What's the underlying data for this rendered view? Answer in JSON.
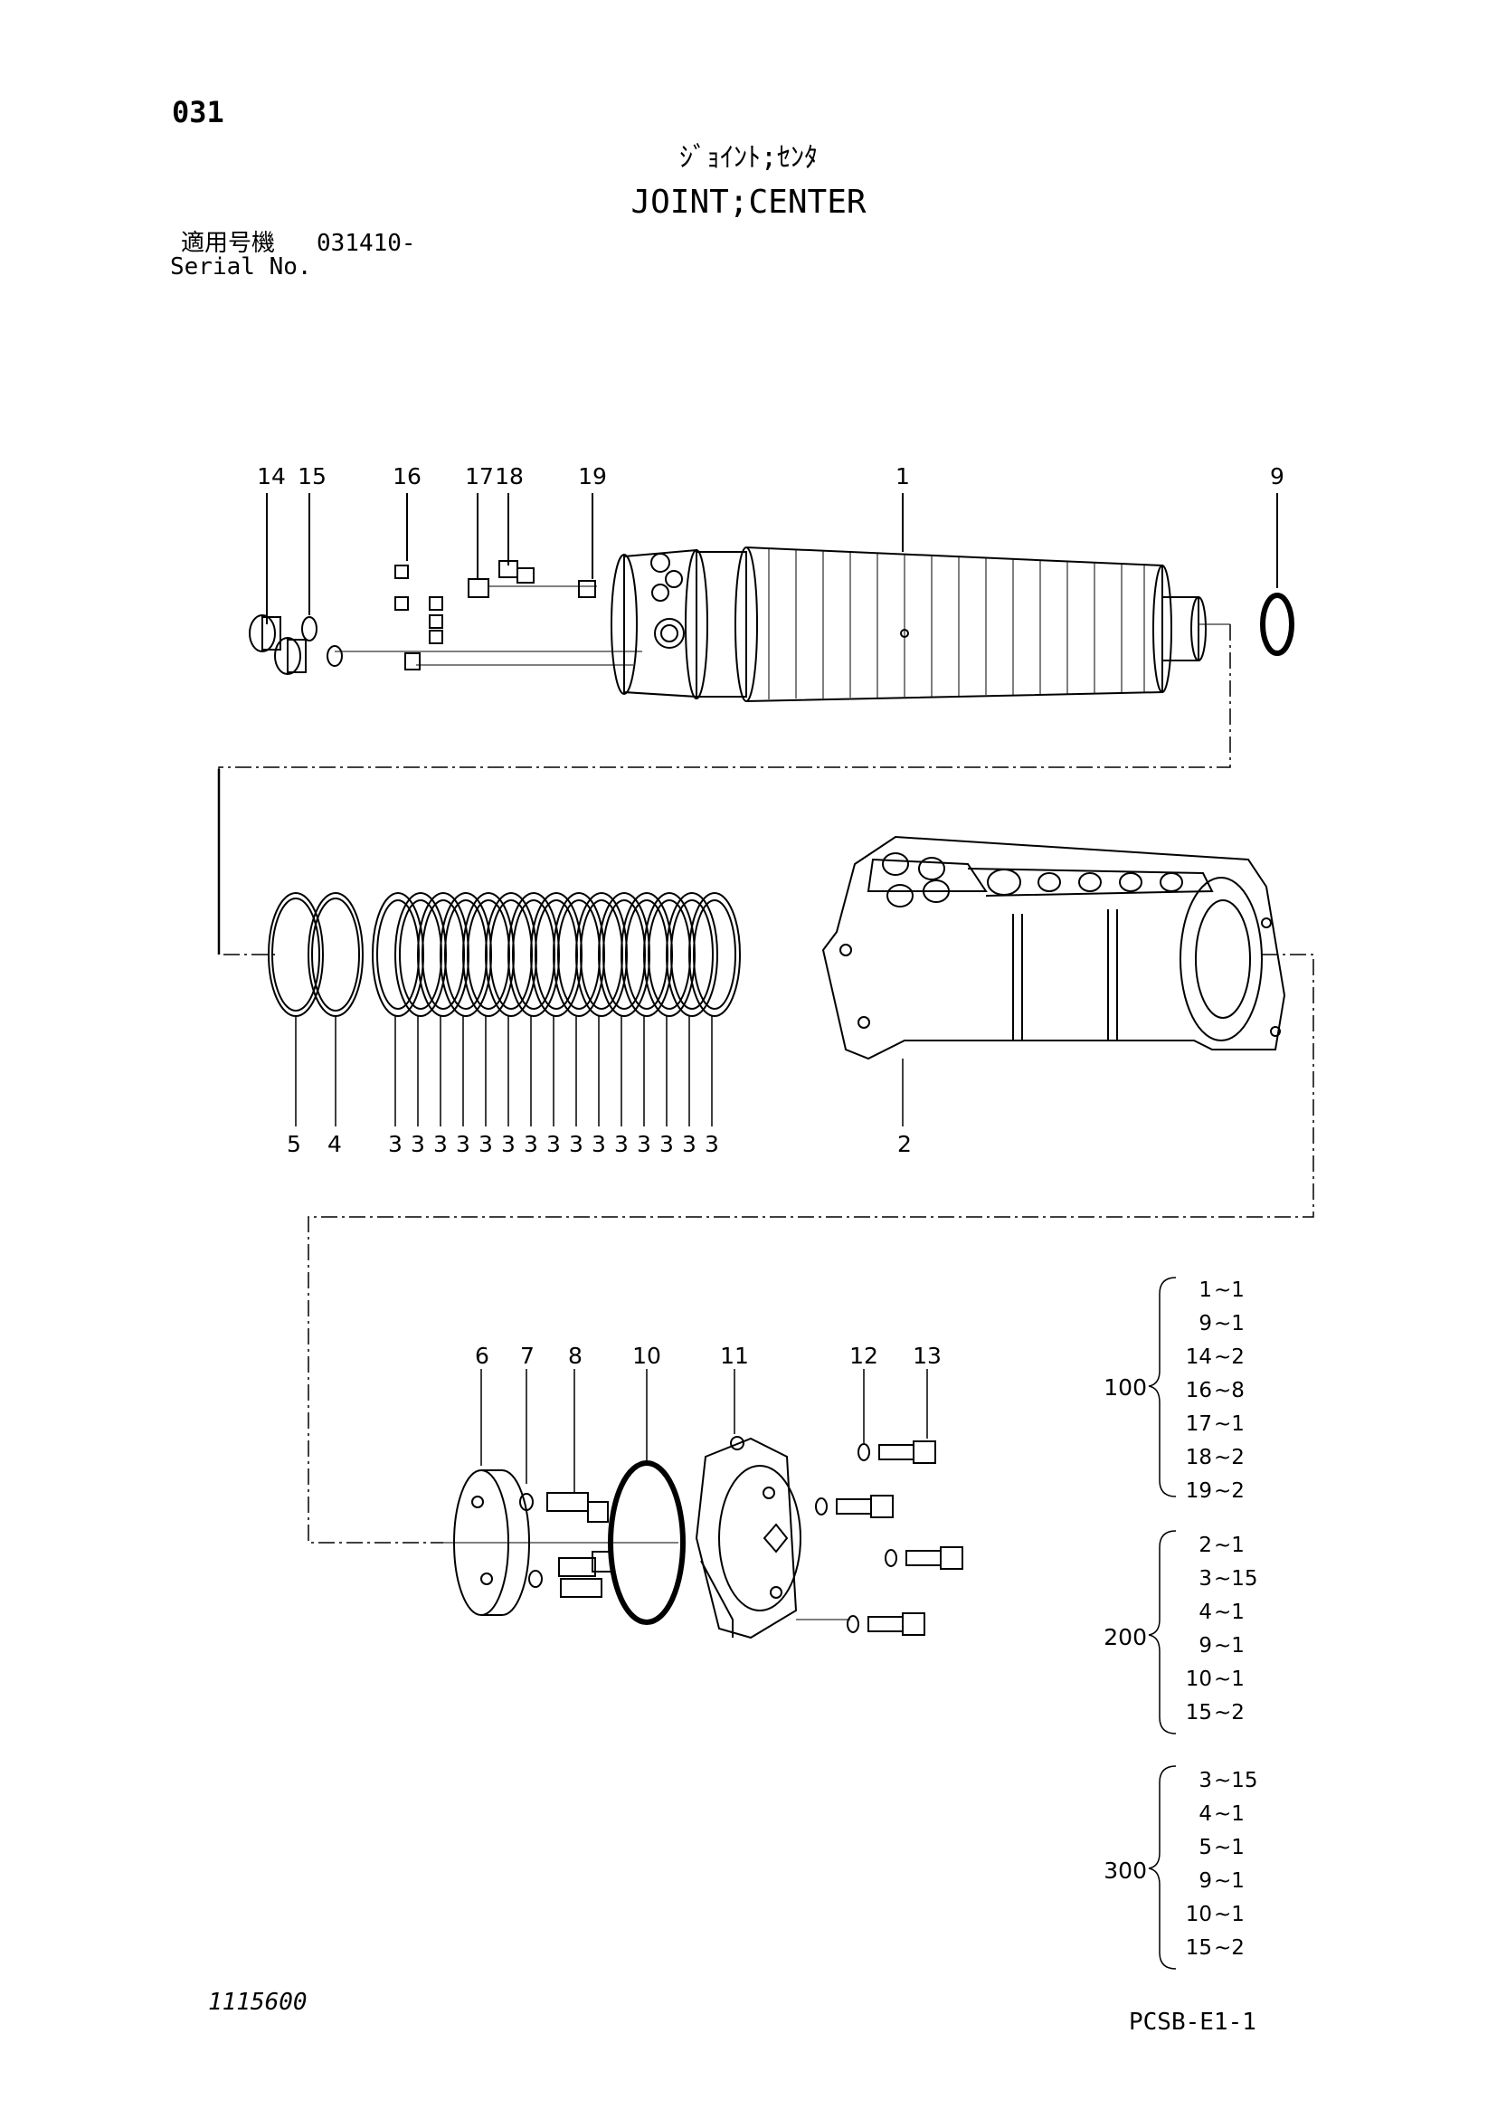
{
  "page": {
    "number": "031",
    "title_jp": "ｼﾞｮｲﾝﾄ;ｾﾝﾀ",
    "title_en": "JOINT;CENTER",
    "serial_label_jp": "適用号機",
    "serial_value": "031410-",
    "serial_label_en": "Serial No.",
    "doc_id": "1115600",
    "page_code": "PCSB-E1-1"
  },
  "callouts": {
    "top": [
      "14",
      "15",
      "16",
      "17",
      "18",
      "19",
      "1",
      "9"
    ],
    "middle": [
      "5",
      "4",
      "3",
      "3",
      "3",
      "3",
      "3",
      "3",
      "3",
      "3",
      "3",
      "3",
      "3",
      "3",
      "3",
      "3",
      "3",
      "2"
    ],
    "bottom": [
      "6",
      "7",
      "8",
      "10",
      "11",
      "12",
      "13"
    ]
  },
  "kits": [
    {
      "label": "100",
      "items": [
        {
          "part": "1",
          "qty": "~1"
        },
        {
          "part": "9",
          "qty": "~1"
        },
        {
          "part": "14",
          "qty": "~2"
        },
        {
          "part": "16",
          "qty": "~8"
        },
        {
          "part": "17",
          "qty": "~1"
        },
        {
          "part": "18",
          "qty": "~2"
        },
        {
          "part": "19",
          "qty": "~2"
        }
      ]
    },
    {
      "label": "200",
      "items": [
        {
          "part": "2",
          "qty": "~1"
        },
        {
          "part": "3",
          "qty": "~15"
        },
        {
          "part": "4",
          "qty": "~1"
        },
        {
          "part": "9",
          "qty": "~1"
        },
        {
          "part": "10",
          "qty": "~1"
        },
        {
          "part": "15",
          "qty": "~2"
        }
      ]
    },
    {
      "label": "300",
      "items": [
        {
          "part": "3",
          "qty": "~15"
        },
        {
          "part": "4",
          "qty": "~1"
        },
        {
          "part": "5",
          "qty": "~1"
        },
        {
          "part": "9",
          "qty": "~1"
        },
        {
          "part": "10",
          "qty": "~1"
        },
        {
          "part": "15",
          "qty": "~2"
        }
      ]
    }
  ]
}
